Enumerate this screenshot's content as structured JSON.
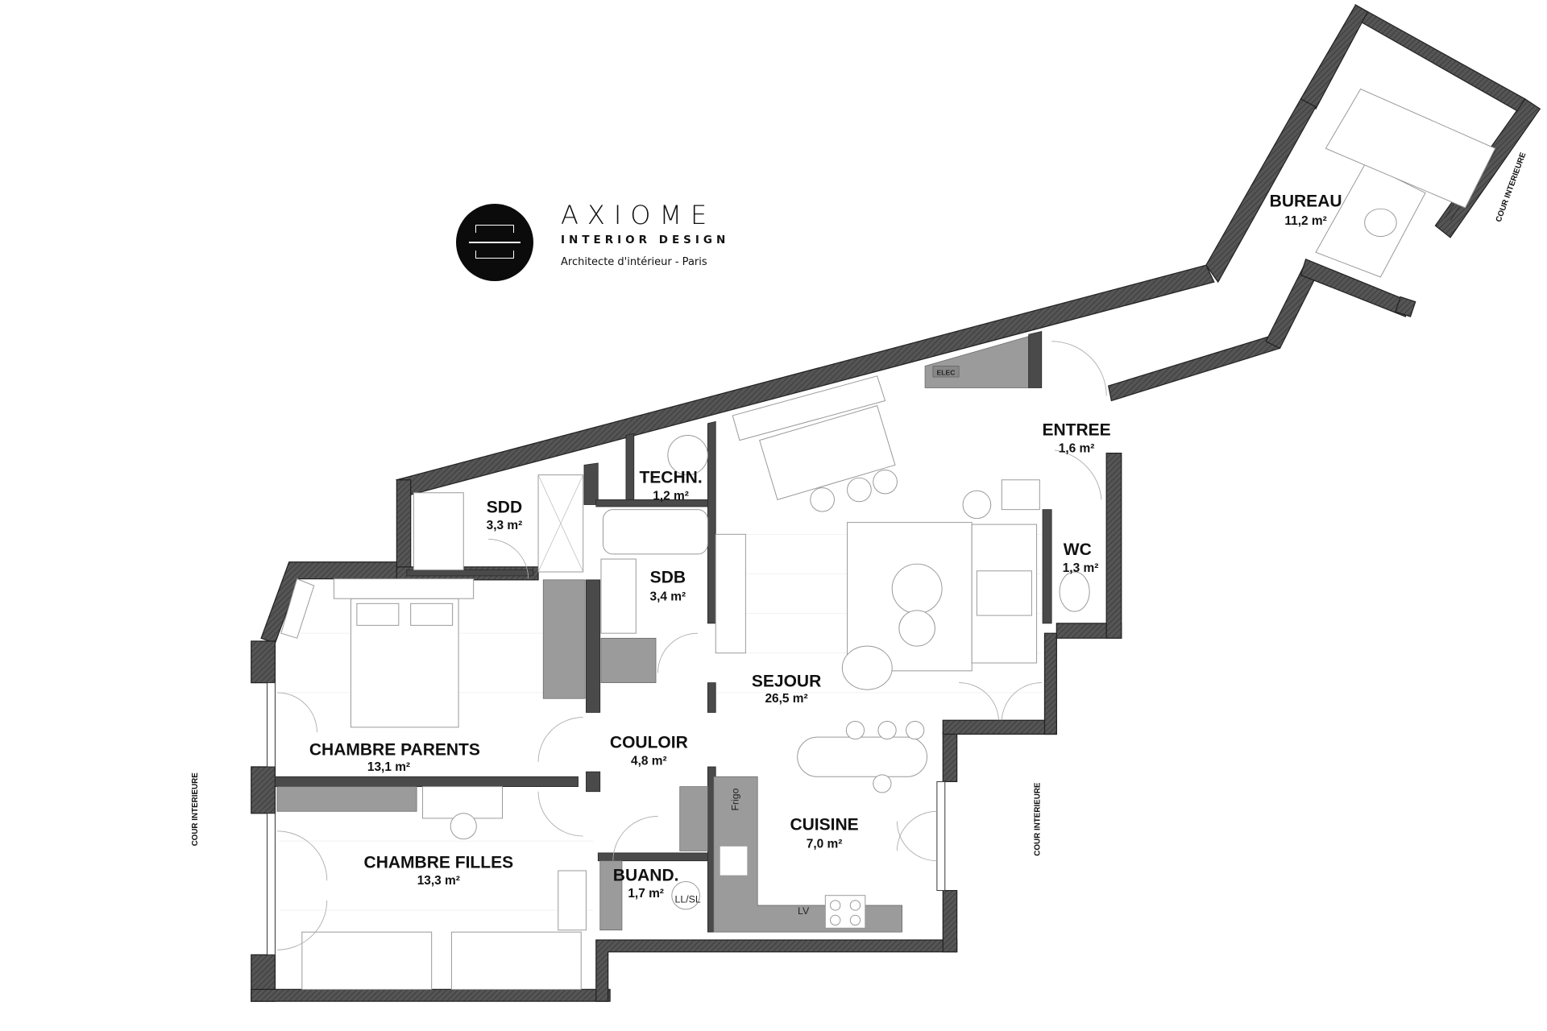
{
  "brand": {
    "name": "AXIOME",
    "subtitle": "INTERIOR DESIGN",
    "tagline": "Architecte d'intérieur - Paris"
  },
  "rooms": {
    "sdd": {
      "name": "SDD",
      "area": "3,3 m²"
    },
    "techn": {
      "name": "TECHN.",
      "area": "1,2 m²"
    },
    "sdb": {
      "name": "SDB",
      "area": "3,4 m²"
    },
    "sejour": {
      "name": "SEJOUR",
      "area": "26,5 m²"
    },
    "entree": {
      "name": "ENTREE",
      "area": "1,6 m²"
    },
    "wc": {
      "name": "WC",
      "area": "1,3 m²"
    },
    "bureau": {
      "name": "BUREAU",
      "area": "11,2 m²"
    },
    "chambre_parents": {
      "name": "CHAMBRE PARENTS",
      "area": "13,1 m²"
    },
    "couloir": {
      "name": "COULOIR",
      "area": "4,8 m²"
    },
    "cuisine": {
      "name": "CUISINE",
      "area": "7,0 m²"
    },
    "chambre_filles": {
      "name": "CHAMBRE FILLES",
      "area": "13,3 m²"
    },
    "buand": {
      "name": "BUAND.",
      "area": "1,7 m²"
    }
  },
  "labels": {
    "elec": "ELEC",
    "frigo": "Frigo",
    "ll_sl": "LL/SL",
    "lv": "LV",
    "cour_left": "COUR INTERIEURE",
    "cour_middle": "COUR INTERIEURE",
    "cour_right": "COUR INTERIEURE"
  },
  "colors": {
    "wall": "#4a4a4a",
    "joinery": "#9b9b9b",
    "logo": "#0b0b0b"
  }
}
